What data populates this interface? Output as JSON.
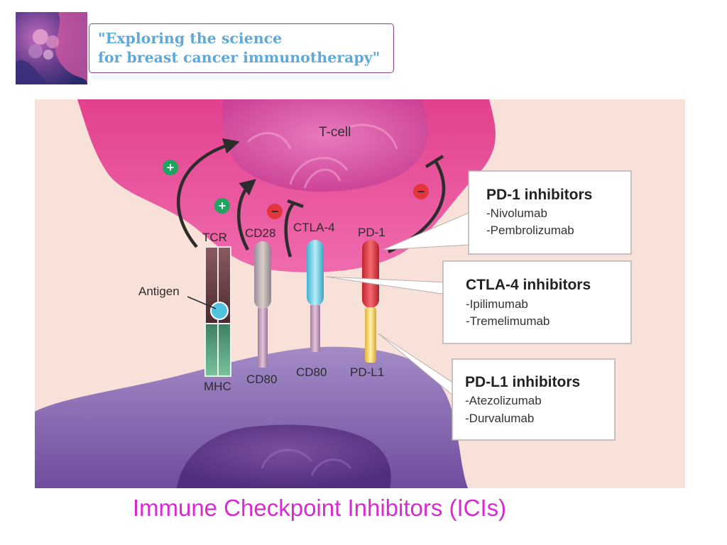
{
  "header": {
    "tagline_line1": "\"Exploring the science",
    "tagline_line2": "for breast cancer immunotherapy\""
  },
  "diagram": {
    "cell_top_label": "T-cell",
    "receptors": {
      "tcr": "TCR",
      "cd28": "CD28",
      "ctla4": "CTLA-4",
      "pd1": "PD-1"
    },
    "ligands": {
      "mhc": "MHC",
      "cd80_a": "CD80",
      "cd80_b": "CD80",
      "pdl1": "PD-L1"
    },
    "antigen_label": "Antigen",
    "signals": {
      "plus": "+",
      "minus": "−"
    },
    "boxes": {
      "pd1": {
        "title": "PD-1 inhibitors",
        "drugs": [
          "-Nivolumab",
          "-Pembrolizumab"
        ]
      },
      "ctla4": {
        "title": "CTLA-4 inhibitors",
        "drugs": [
          "-Ipilimumab",
          "-Tremelimumab"
        ]
      },
      "pdl1": {
        "title": "PD-L1 inhibitors",
        "drugs": [
          "-Atezolizumab",
          "-Durvalumab"
        ]
      }
    }
  },
  "caption": "Immune Checkpoint Inhibitors (ICIs)",
  "colors": {
    "background_panel": "#f8e1d8",
    "tcell": "#e8529a",
    "apc_cell": "#7f5aa6",
    "plus_badge": "#1fa55f",
    "minus_badge": "#e2363c",
    "caption": "#d72bd1",
    "header_text": "#5fa9d9"
  }
}
